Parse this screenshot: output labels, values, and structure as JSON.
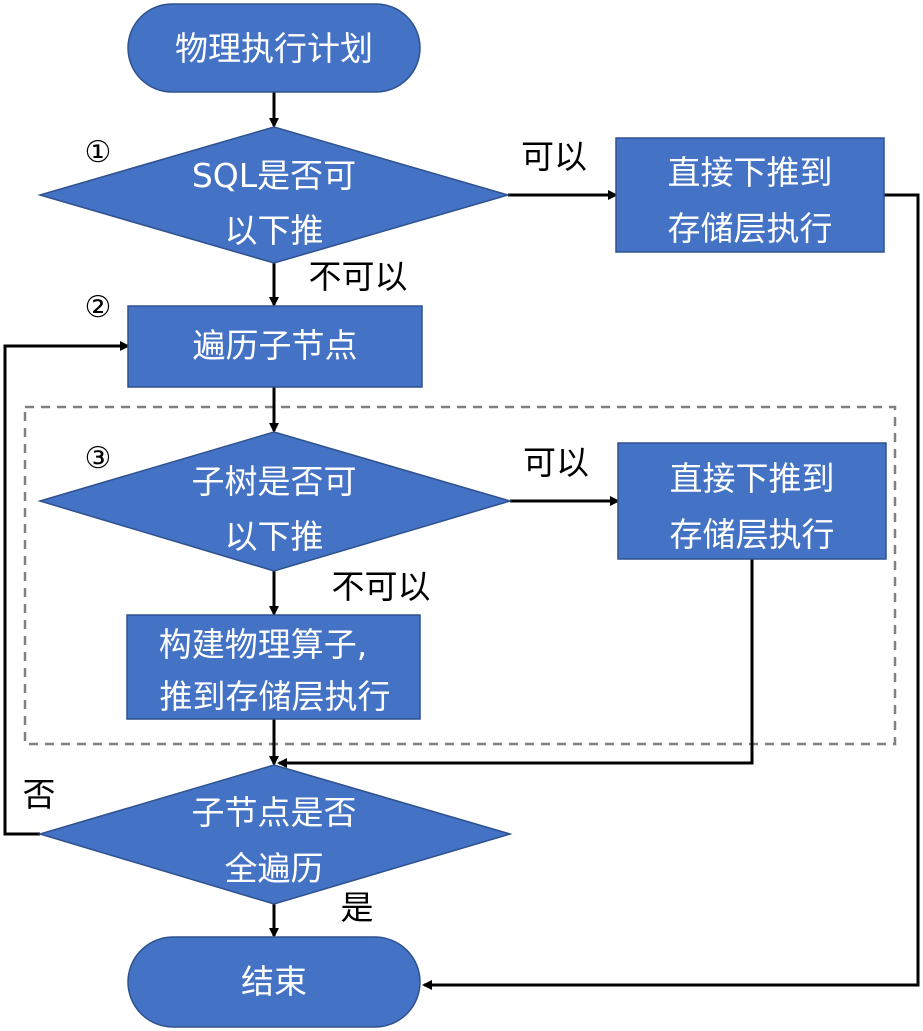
{
  "colors": {
    "node_fill": "#4472C4",
    "node_stroke": "#2F528F",
    "node_text": "#FFFFFF",
    "line": "#000000",
    "dashed_border": "#808080"
  },
  "nodes": {
    "start": {
      "label": "物理执行计划"
    },
    "decision_sql": {
      "line1": "SQL是否可",
      "line2": "以下推"
    },
    "pushdown_storage_1": {
      "line1": "直接下推到",
      "line2": "存储层执行"
    },
    "traverse_children": {
      "label": "遍历子节点"
    },
    "decision_subtree": {
      "line1": "子树是否可",
      "line2": "以下推"
    },
    "pushdown_storage_2": {
      "line1": "直接下推到",
      "line2": "存储层执行"
    },
    "build_operator": {
      "line1": "构建物理算子,",
      "line2": "推到存储层执行"
    },
    "decision_all_traversed": {
      "line1": "子节点是否",
      "line2": "全遍历"
    },
    "end": {
      "label": "结束"
    }
  },
  "edge_labels": {
    "sql_yes": "可以",
    "sql_no": "不可以",
    "subtree_yes": "可以",
    "subtree_no": "不可以",
    "all_traversed_no": "否",
    "all_traversed_yes": "是"
  },
  "step_markers": {
    "step1": "①",
    "step2": "②",
    "step3": "③"
  }
}
